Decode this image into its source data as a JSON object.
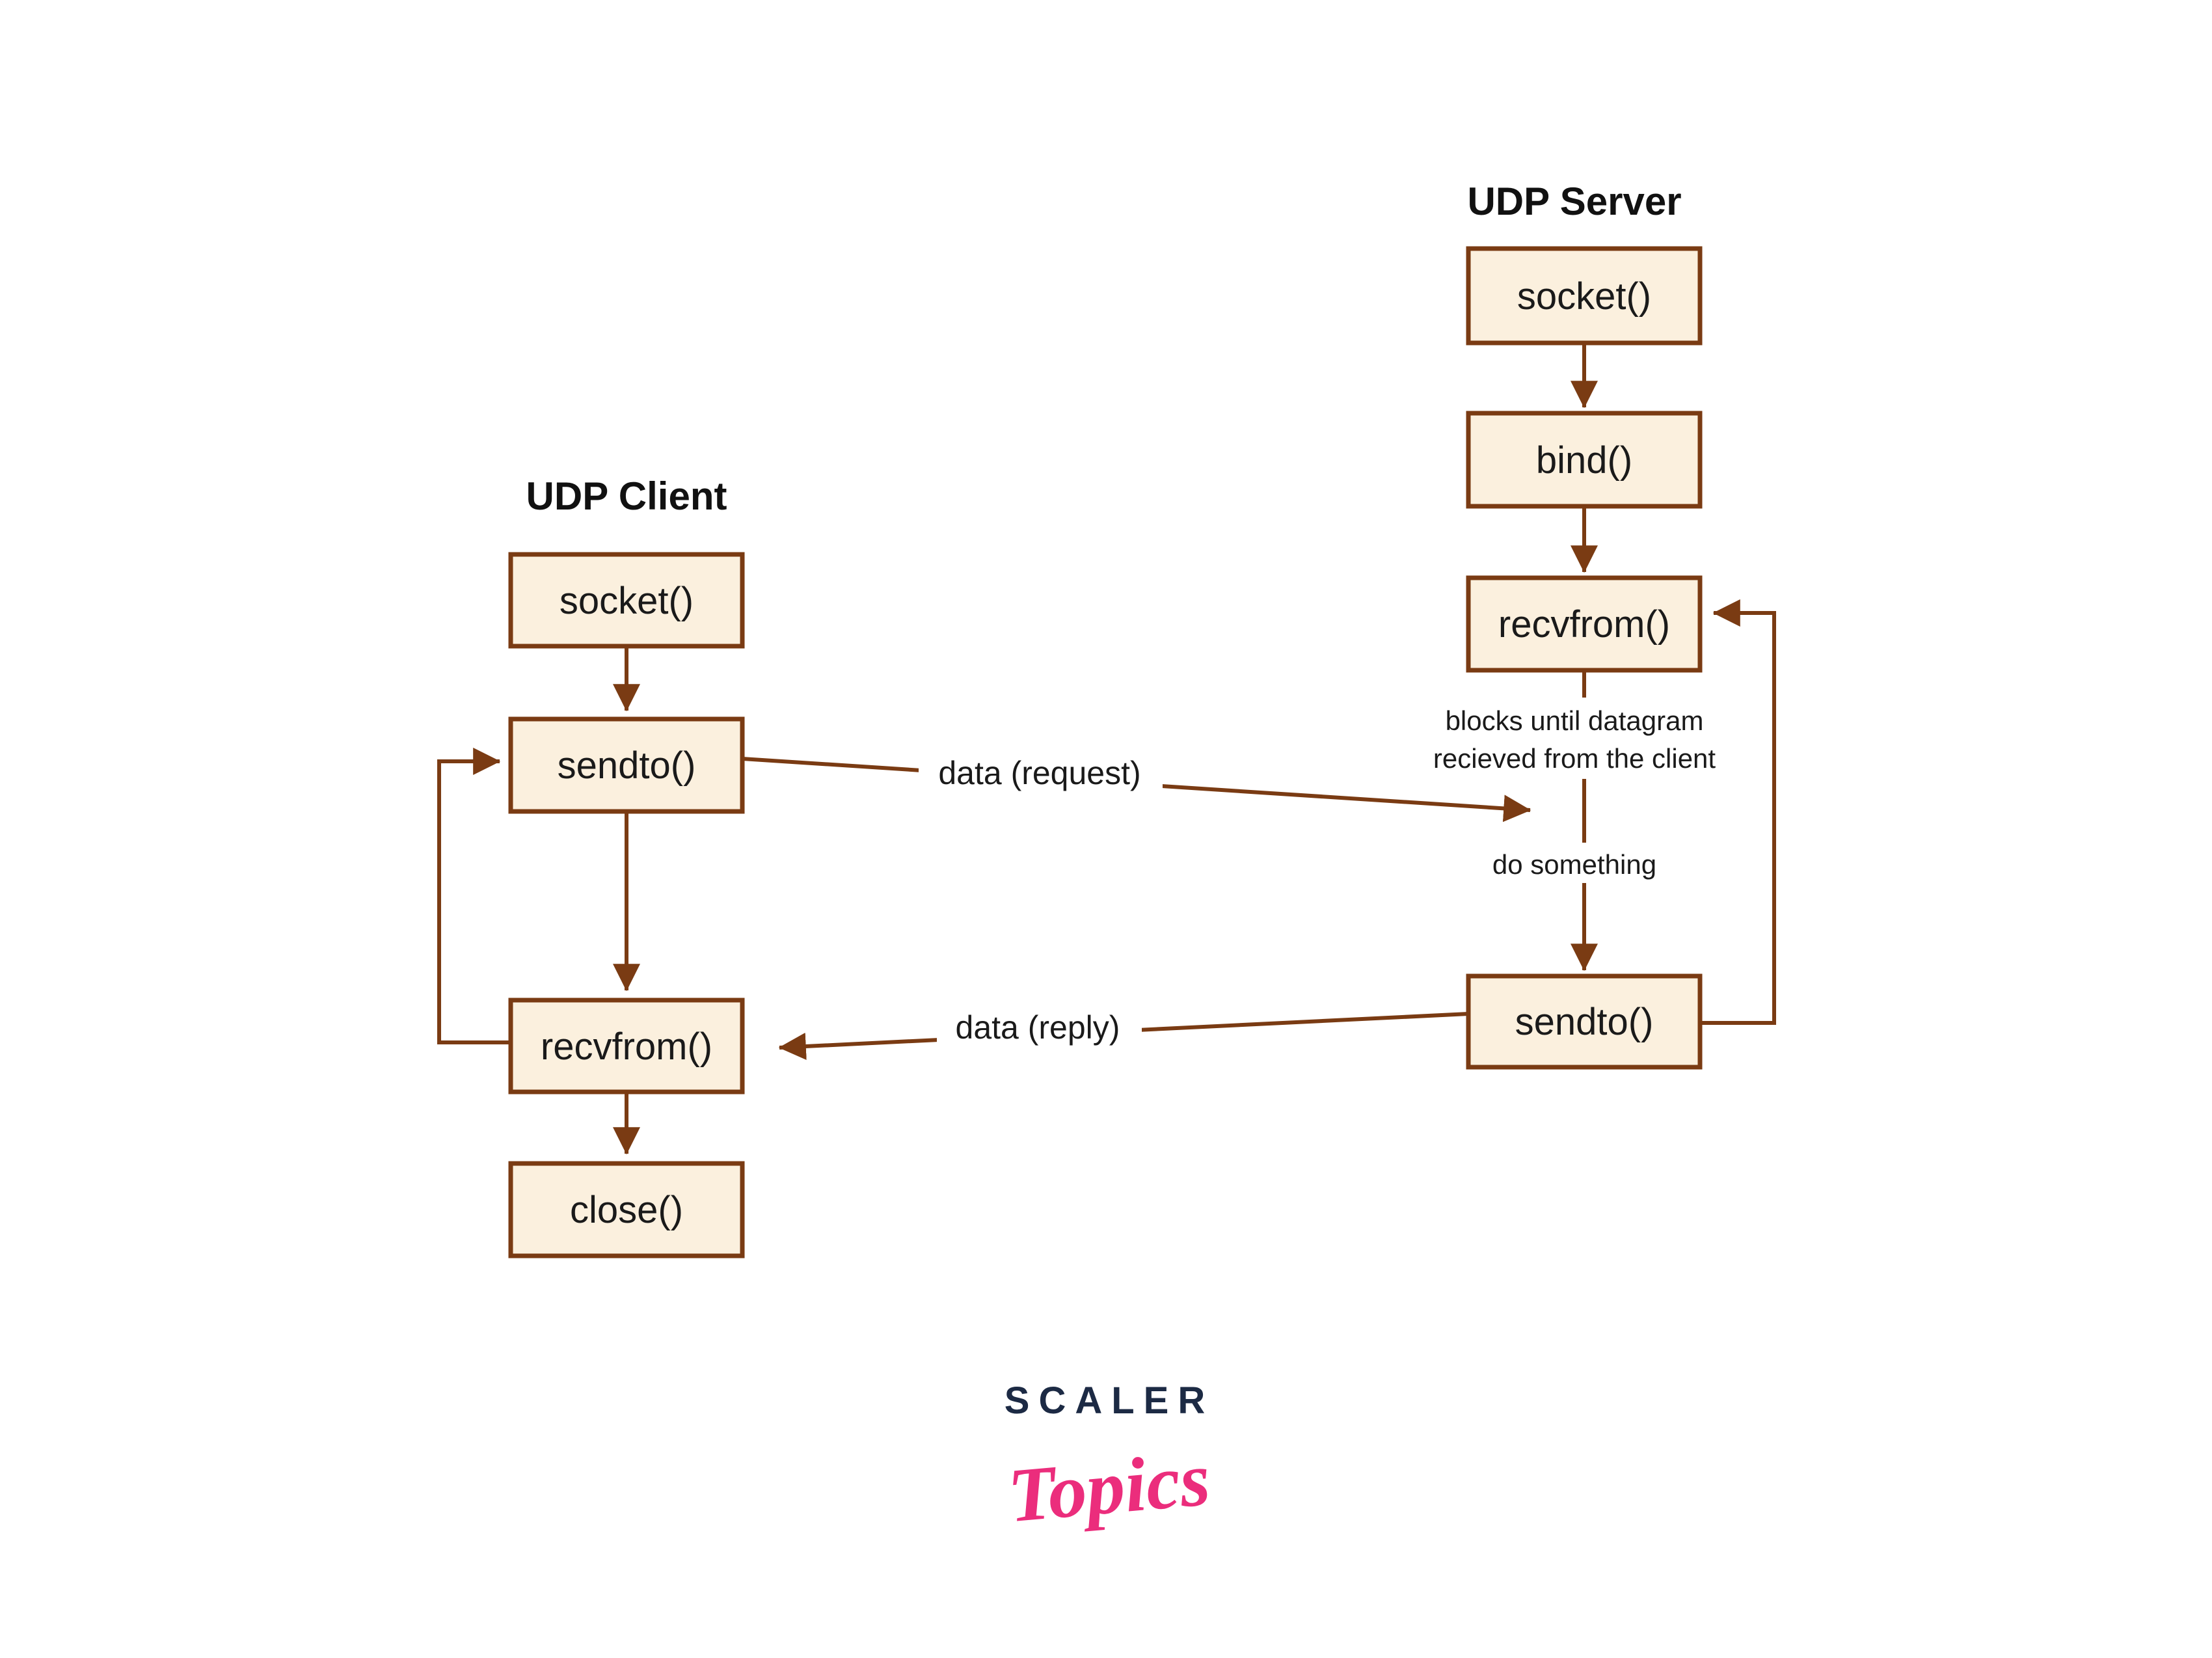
{
  "client": {
    "title": "UDP Client",
    "boxes": [
      {
        "label": "socket()"
      },
      {
        "label": "sendto()"
      },
      {
        "label": "recvfrom()"
      },
      {
        "label": "close()"
      }
    ]
  },
  "server": {
    "title": "UDP Server",
    "boxes": [
      {
        "label": "socket()"
      },
      {
        "label": "bind()"
      },
      {
        "label": "recvfrom()"
      },
      {
        "label": "sendto()"
      }
    ]
  },
  "annotations": {
    "blocks_line1": "blocks until datagram",
    "blocks_line2": "recieved from the client",
    "do_something": "do something",
    "data_request": "data (request)",
    "data_reply": "data (reply)"
  },
  "logo": {
    "word1": "SCALER",
    "word2": "Topics"
  },
  "colors": {
    "background": "#FFFFFF",
    "box_fill": "#FBF0DE",
    "box_border": "#7A3B13",
    "line": "#7A3B13",
    "text": "#1A1A1A",
    "logo_navy": "#1C2A44",
    "logo_pink": "#EB2D7C"
  }
}
